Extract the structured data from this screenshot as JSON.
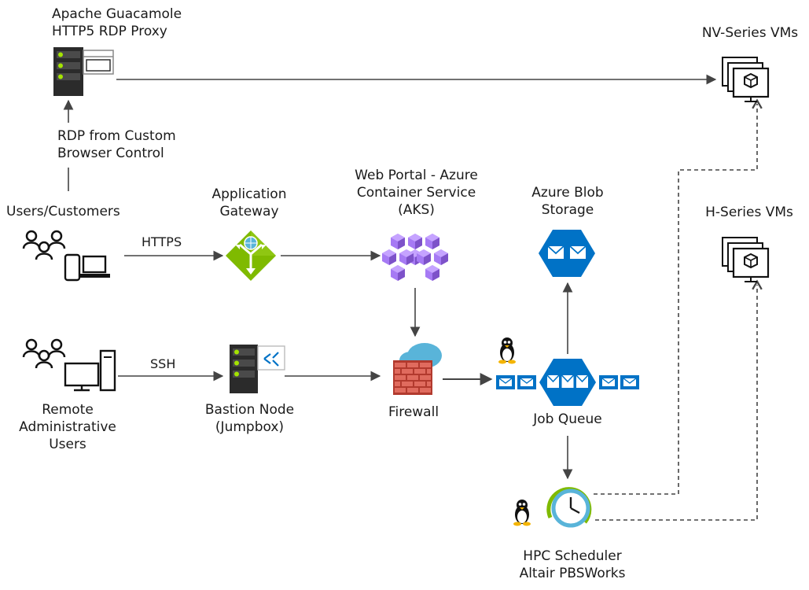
{
  "nodes": {
    "guacamole": {
      "lines": [
        "Apache Guacamole",
        "HTTP5 RDP Proxy"
      ]
    },
    "rdp_browser": {
      "lines": [
        "RDP from Custom",
        "Browser Control"
      ]
    },
    "users": {
      "lines": [
        "Users/Customers"
      ]
    },
    "app_gateway": {
      "lines": [
        "Application",
        "Gateway"
      ]
    },
    "web_portal": {
      "lines": [
        "Web Portal - Azure",
        "Container Service",
        "(AKS)"
      ]
    },
    "blob_storage": {
      "lines": [
        "Azure Blob",
        "Storage"
      ]
    },
    "nv_vms": {
      "lines": [
        "NV-Series VMs"
      ]
    },
    "h_vms": {
      "lines": [
        "H-Series VMs"
      ]
    },
    "admins": {
      "lines": [
        "Remote",
        "Administrative",
        "Users"
      ]
    },
    "bastion": {
      "lines": [
        "Bastion Node",
        "(Jumpbox)"
      ]
    },
    "firewall": {
      "lines": [
        "Firewall"
      ]
    },
    "job_queue": {
      "lines": [
        "Job Queue"
      ]
    },
    "hpc_scheduler": {
      "lines": [
        "HPC Scheduler",
        "Altair PBSWorks"
      ]
    }
  },
  "edges": {
    "https": "HTTPS",
    "ssh": "SSH"
  },
  "icons": {
    "server": "server-icon",
    "users": "users-devices-icon",
    "admins": "admin-workstation-icon",
    "gateway": "application-gateway-icon",
    "aks": "kubernetes-cluster-icon",
    "blob": "blob-storage-icon",
    "vm": "virtual-machines-icon",
    "firewall": "firewall-icon",
    "queue": "queue-icon",
    "scheduler": "scheduler-clock-icon",
    "linux": "linux-penguin-icon"
  },
  "colors": {
    "line": "#444444",
    "gateway": "#7fba00",
    "aks": "#a67af4",
    "blob": "#0072c6",
    "firewall": "#c0392b",
    "cloud": "#59b4d9",
    "clock": "#59b4d9"
  }
}
